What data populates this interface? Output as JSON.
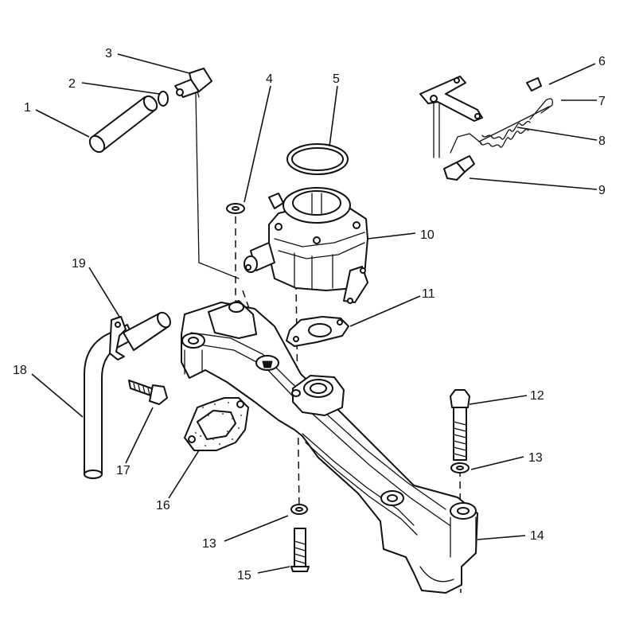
{
  "diagram": {
    "callouts": [
      {
        "id": "1",
        "text": "1"
      },
      {
        "id": "2",
        "text": "2"
      },
      {
        "id": "3",
        "text": "3"
      },
      {
        "id": "4",
        "text": "4"
      },
      {
        "id": "5",
        "text": "5"
      },
      {
        "id": "6",
        "text": "6"
      },
      {
        "id": "7",
        "text": "7"
      },
      {
        "id": "8",
        "text": "8"
      },
      {
        "id": "9",
        "text": "9"
      },
      {
        "id": "10",
        "text": "10"
      },
      {
        "id": "11",
        "text": "11"
      },
      {
        "id": "12",
        "text": "12"
      },
      {
        "id": "13a",
        "text": "13"
      },
      {
        "id": "13b",
        "text": "13"
      },
      {
        "id": "14",
        "text": "14"
      },
      {
        "id": "15",
        "text": "15"
      },
      {
        "id": "16",
        "text": "16"
      },
      {
        "id": "17",
        "text": "17"
      },
      {
        "id": "18",
        "text": "18"
      },
      {
        "id": "19",
        "text": "19"
      }
    ]
  }
}
